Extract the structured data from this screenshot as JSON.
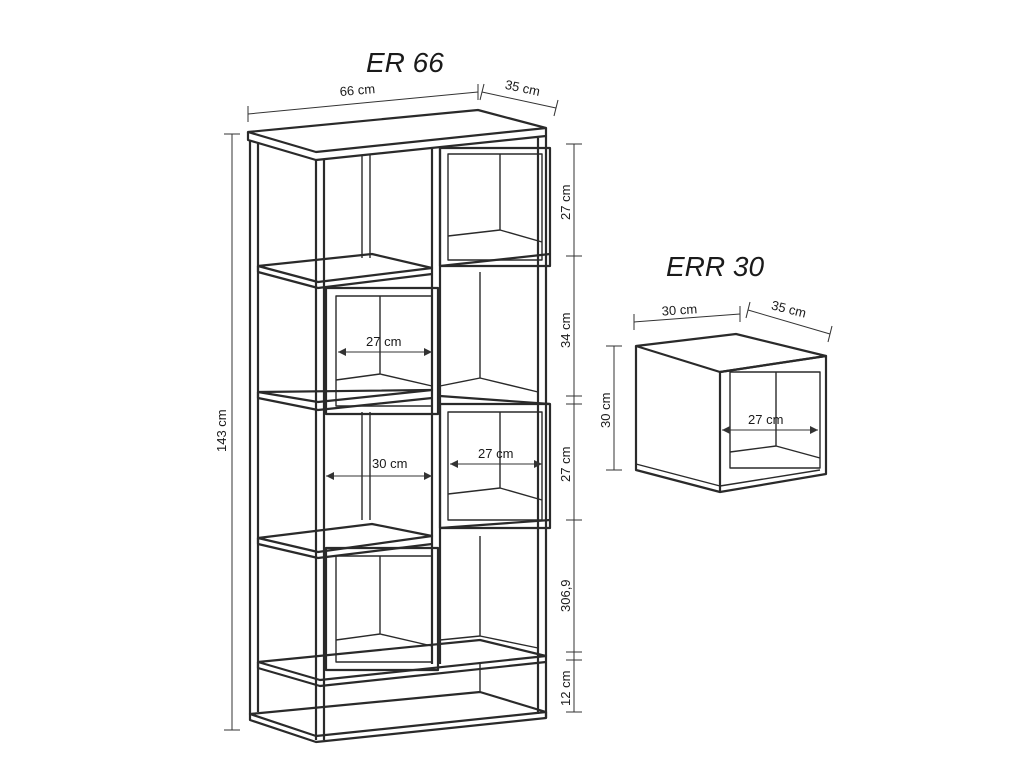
{
  "figure": {
    "main_unit": {
      "title": "ER 66",
      "width_label": "66 cm",
      "depth_label": "35 cm",
      "height_label": "143 cm",
      "right_dims": [
        "27 cm",
        "34 cm",
        "27 cm",
        "306,9",
        "12 cm"
      ],
      "inner_dims": [
        "27 cm",
        "30 cm",
        "27 cm"
      ]
    },
    "side_unit": {
      "title": "ERR  30",
      "width_label": "30 cm",
      "depth_label": "35 cm",
      "height_label": "30 cm",
      "inner_dim": "27 cm"
    }
  }
}
